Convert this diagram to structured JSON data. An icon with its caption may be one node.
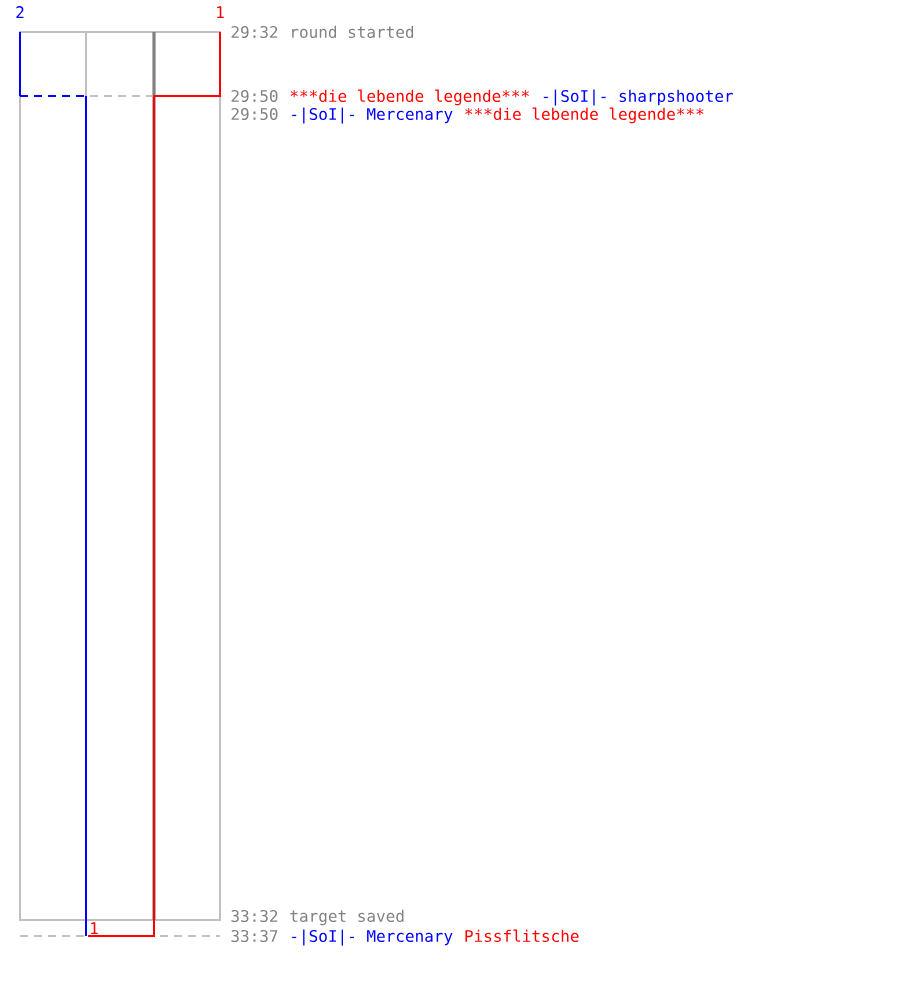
{
  "diagram": {
    "labels": [
      "2",
      "1",
      "29:32",
      "round started",
      "29:50",
      "***die lebende legende***",
      "-|SoI|- sharpshooter",
      "29:50",
      "-|SoI|- Mercenary",
      "***die lebende legende***",
      "33:32",
      "target saved",
      "1",
      "33:37",
      "-|SoI|- Mercenary",
      "Pissflitsche"
    ]
  }
}
